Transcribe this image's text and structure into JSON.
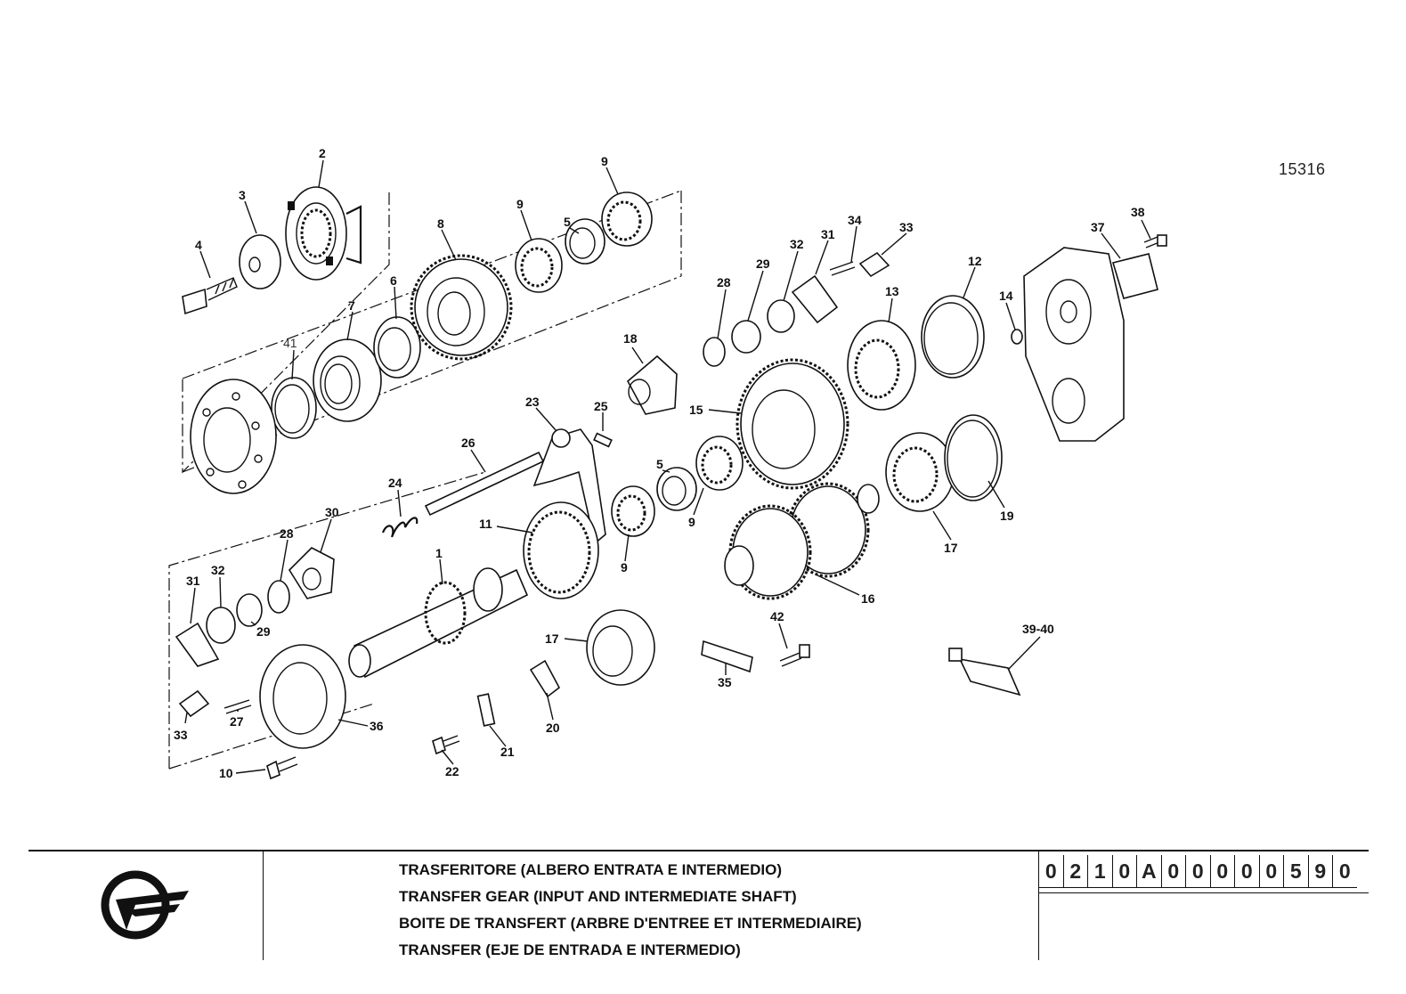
{
  "drawing_number": "15316",
  "callouts": [
    {
      "id": "c2",
      "text": "2"
    },
    {
      "id": "c3",
      "text": "3"
    },
    {
      "id": "c4",
      "text": "4"
    },
    {
      "id": "c8",
      "text": "8"
    },
    {
      "id": "c9a",
      "text": "9"
    },
    {
      "id": "c9b",
      "text": "9"
    },
    {
      "id": "c5a",
      "text": "5"
    },
    {
      "id": "c41",
      "text": "41"
    },
    {
      "id": "c7",
      "text": "7"
    },
    {
      "id": "c6",
      "text": "6"
    },
    {
      "id": "c23",
      "text": "23"
    },
    {
      "id": "c25",
      "text": "25"
    },
    {
      "id": "c26",
      "text": "26"
    },
    {
      "id": "c24",
      "text": "24"
    },
    {
      "id": "c11",
      "text": "11"
    },
    {
      "id": "c1",
      "text": "1"
    },
    {
      "id": "c30",
      "text": "30"
    },
    {
      "id": "c28a",
      "text": "28"
    },
    {
      "id": "c32a",
      "text": "32"
    },
    {
      "id": "c31a",
      "text": "31"
    },
    {
      "id": "c29a",
      "text": "29"
    },
    {
      "id": "c33a",
      "text": "33"
    },
    {
      "id": "c27",
      "text": "27"
    },
    {
      "id": "c36",
      "text": "36"
    },
    {
      "id": "c10",
      "text": "10"
    },
    {
      "id": "c22",
      "text": "22"
    },
    {
      "id": "c21",
      "text": "21"
    },
    {
      "id": "c20",
      "text": "20"
    },
    {
      "id": "c17a",
      "text": "17"
    },
    {
      "id": "c9c",
      "text": "9"
    },
    {
      "id": "c5b",
      "text": "5"
    },
    {
      "id": "c9d",
      "text": "9"
    },
    {
      "id": "c18",
      "text": "18"
    },
    {
      "id": "c28b",
      "text": "28"
    },
    {
      "id": "c29b",
      "text": "29"
    },
    {
      "id": "c32b",
      "text": "32"
    },
    {
      "id": "c31b",
      "text": "31"
    },
    {
      "id": "c34",
      "text": "34"
    },
    {
      "id": "c33b",
      "text": "33"
    },
    {
      "id": "c13",
      "text": "13"
    },
    {
      "id": "c12",
      "text": "12"
    },
    {
      "id": "c14",
      "text": "14"
    },
    {
      "id": "c37",
      "text": "37"
    },
    {
      "id": "c38",
      "text": "38"
    },
    {
      "id": "c15",
      "text": "15"
    },
    {
      "id": "c16",
      "text": "16"
    },
    {
      "id": "c17b",
      "text": "17"
    },
    {
      "id": "c19",
      "text": "19"
    },
    {
      "id": "c42",
      "text": "42"
    },
    {
      "id": "c35",
      "text": "35"
    },
    {
      "id": "c3940",
      "text": "39-40"
    }
  ],
  "title_block": {
    "titles": [
      "TRASFERITORE (ALBERO ENTRATA E INTERMEDIO)",
      "TRANSFER GEAR (INPUT AND INTERMEDIATE SHAFT)",
      "BOITE DE TRANSFERT (ARBRE D'ENTREE ET INTERMEDIAIRE)",
      "TRANSFER (EJE DE ENTRADA E INTERMEDIO)"
    ],
    "code_chars": [
      "0",
      "2",
      "1",
      "0",
      "A",
      "0",
      "0",
      "0",
      "0",
      "0",
      "5",
      "9",
      "0"
    ]
  },
  "icons": {
    "logo": "brand-logo-icon"
  }
}
